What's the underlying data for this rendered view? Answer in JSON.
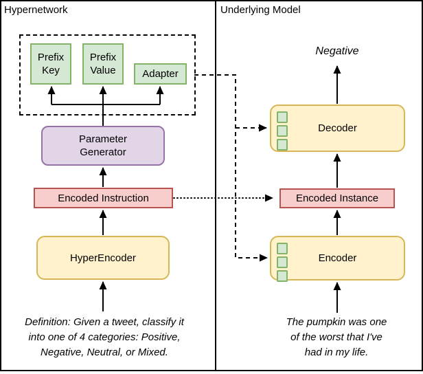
{
  "left": {
    "title": "Hypernetwork",
    "prefix_key": "Prefix Key",
    "prefix_value": "Prefix Value",
    "adapter": "Adapter",
    "parameter_generator": "Parameter Generator",
    "encoded_instruction": "Encoded Instruction",
    "hyperencoder": "HyperEncoder",
    "input_lines": [
      "Definition: Given a tweet, classify it",
      "into one of 4 categories: Positive,",
      "Negative, Neutral, or Mixed."
    ]
  },
  "right": {
    "title": "Underlying Model",
    "output_label": "Negative",
    "decoder": "Decoder",
    "encoded_instance": "Encoded Instance",
    "encoder": "Encoder",
    "input_lines": [
      "The pumpkin was one",
      "of the worst that I've",
      "had in my life."
    ]
  },
  "icons": {
    "inserted_parameter_block": "green-square-icon",
    "arrowhead": "filled-triangle-icon"
  },
  "colors": {
    "box_green_fill": "#d5e8d4",
    "box_green_stroke": "#82b366",
    "box_purple_fill": "#e1d5e7",
    "box_purple_stroke": "#9673a6",
    "box_red_fill": "#f8cecc",
    "box_red_stroke": "#b85450",
    "box_yellow_fill": "#fff2cc",
    "box_yellow_stroke": "#d6b656",
    "line_color": "#000000"
  }
}
